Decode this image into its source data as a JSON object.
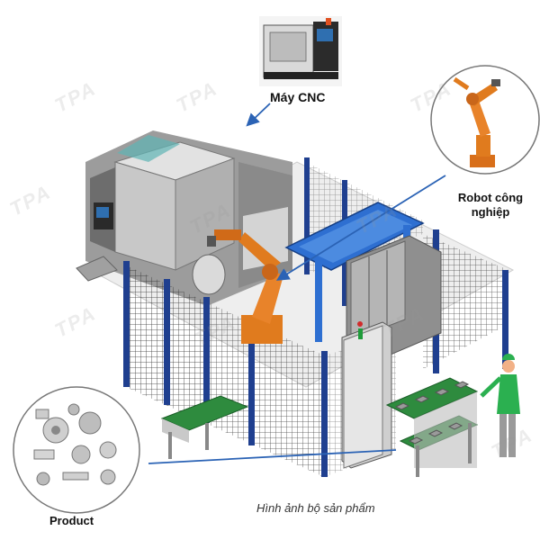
{
  "labels": {
    "cnc": "Máy CNC",
    "robot": "Robot công nghiệp",
    "product": "Product",
    "caption": "Hình ảnh bộ sản phẩm"
  },
  "watermark": "TPA",
  "colors": {
    "frame_blue": "#1f3f8f",
    "gantry_blue": "#2e6fd1",
    "robot_orange": "#e07b1e",
    "mesh": "#2a2a2a",
    "machine_gray": "#b9b9b9",
    "conveyor_green": "#2e8b3e",
    "arrow": "#2b63b5"
  }
}
